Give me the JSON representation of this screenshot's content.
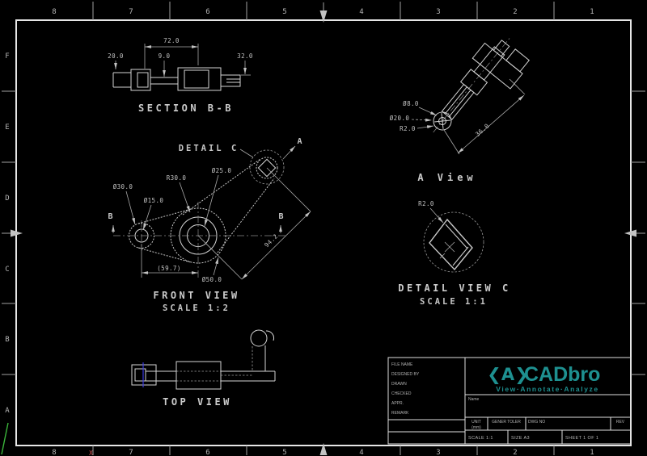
{
  "frame": {
    "top_zones": [
      "8",
      "7",
      "6",
      "5",
      "4",
      "3",
      "2",
      "1"
    ],
    "bottom_zones": [
      "8",
      "7",
      "6",
      "5",
      "4",
      "3",
      "2",
      "1"
    ],
    "left_zones": [
      "F",
      "E",
      "D",
      "C",
      "B",
      "A"
    ],
    "triad_x_label": "X"
  },
  "views": {
    "section_bb": {
      "title": "SECTION B-B",
      "dim_total": "72.0",
      "dim_left": "20.0",
      "dim_mid": "9.0",
      "dim_right": "32.0"
    },
    "front": {
      "title": "FRONT VIEW",
      "scale": "SCALE 1:2",
      "detail_callout": "DETAIL C",
      "view_arrow_label": "A",
      "section_label_left": "B",
      "section_label_right": "B",
      "dim_d30": "Ø30.0",
      "dim_d15": "Ø15.0",
      "dim_r30": "R30.0",
      "dim_d25": "Ø25.0",
      "dim_len": "(59.7)",
      "dim_d50": "Ø50.0",
      "dim_diag": "94.2"
    },
    "a_view": {
      "title": "A View",
      "dim_d8": "Ø8.0",
      "dim_d20": "Ø20.0",
      "dim_r2": "R2.0",
      "dim_len": "36.0"
    },
    "detail_c": {
      "title": "DETAIL VIEW C",
      "scale": "SCALE 1:1",
      "dim_r2": "R2.0"
    },
    "top_view": {
      "title": "TOP VIEW"
    }
  },
  "title_block": {
    "fields": [
      "FILE NAME",
      "DESIGNED BY",
      "DRAWN",
      "CHECKED",
      "APPR.",
      "REMARK"
    ],
    "name_label": "Name",
    "unit_label": "UNIT",
    "unit_value": "(mm)",
    "tolerance_label": "GENER TOLER",
    "dwg_no_label": "DWG NO",
    "rev_label": "REV",
    "scale_text": "SCALE 1:1",
    "size_text": "SIZE A3",
    "sheet_text": "SHEET 1 OF 1",
    "logo": {
      "mark": "❮A❯",
      "name": "CADbro",
      "tagline": "View·Annotate·Analyze",
      "color": "#1e9090"
    }
  },
  "colors": {
    "background": "#000000",
    "line": "#d4d4d4",
    "dimension": "#a8a8a8",
    "accent_teal": "#1e9090",
    "centerline_blue": "#3a3ae0",
    "triad_green": "#3bb53b",
    "triad_red": "#d05050"
  }
}
